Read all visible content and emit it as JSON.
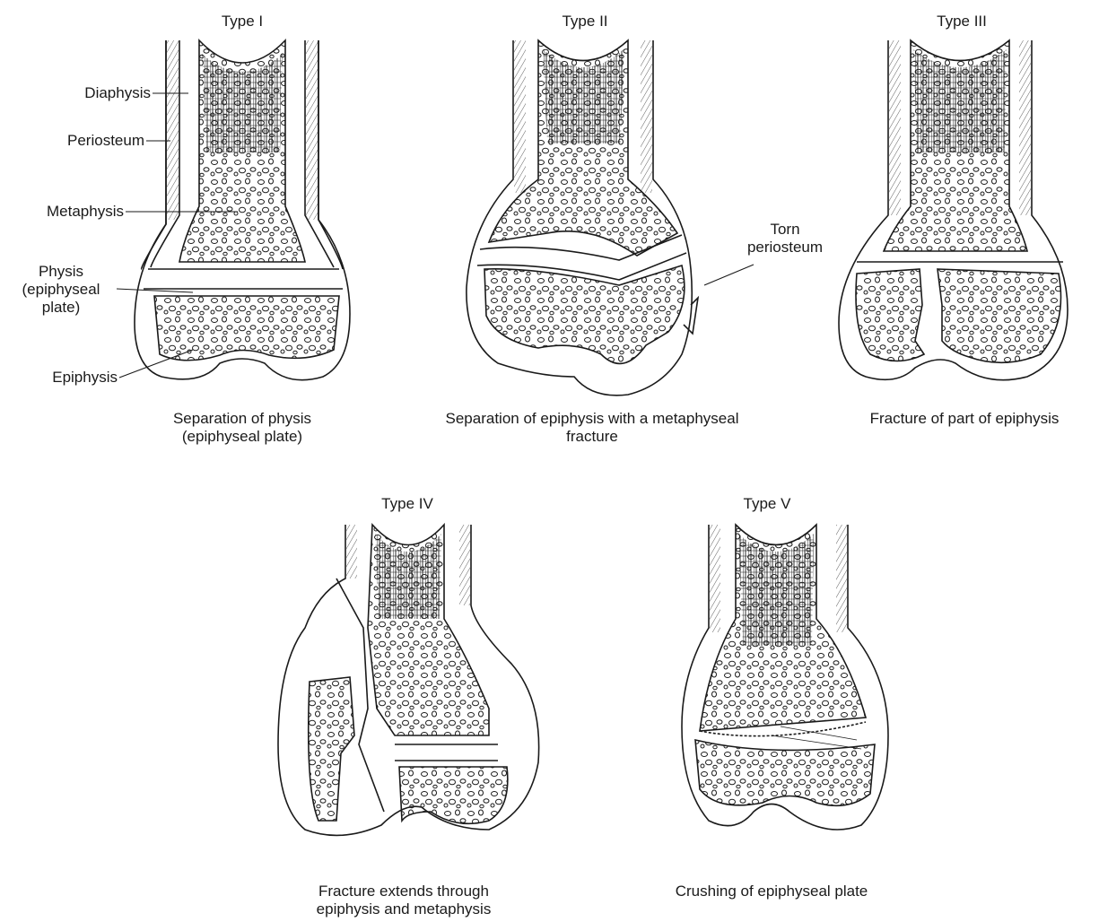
{
  "panels": [
    {
      "id": "type-1",
      "title": "Type I",
      "caption_lines": [
        "Separation of physis",
        "(epiphyseal plate)"
      ]
    },
    {
      "id": "type-2",
      "title": "Type II",
      "caption_lines": [
        "Separation of epiphysis with a metaphyseal",
        "fracture"
      ]
    },
    {
      "id": "type-3",
      "title": "Type III",
      "caption_lines": [
        "Fracture of part of epiphysis"
      ]
    },
    {
      "id": "type-4",
      "title": "Type IV",
      "caption_lines": [
        "Fracture extends through",
        "epiphysis and metaphysis"
      ]
    },
    {
      "id": "type-5",
      "title": "Type V",
      "caption_lines": [
        "Crushing of epiphyseal plate"
      ]
    }
  ],
  "anatomy_labels": {
    "diaphysis": "Diaphysis",
    "periosteum": "Periosteum",
    "metaphysis": "Metaphysis",
    "physis_lines": [
      "Physis",
      "(epiphyseal",
      "plate)"
    ],
    "epiphysis": "Epiphysis",
    "torn_periosteum_lines": [
      "Torn",
      "periosteum"
    ]
  },
  "colors": {
    "ink": "#1a1a1a",
    "background": "#ffffff"
  }
}
